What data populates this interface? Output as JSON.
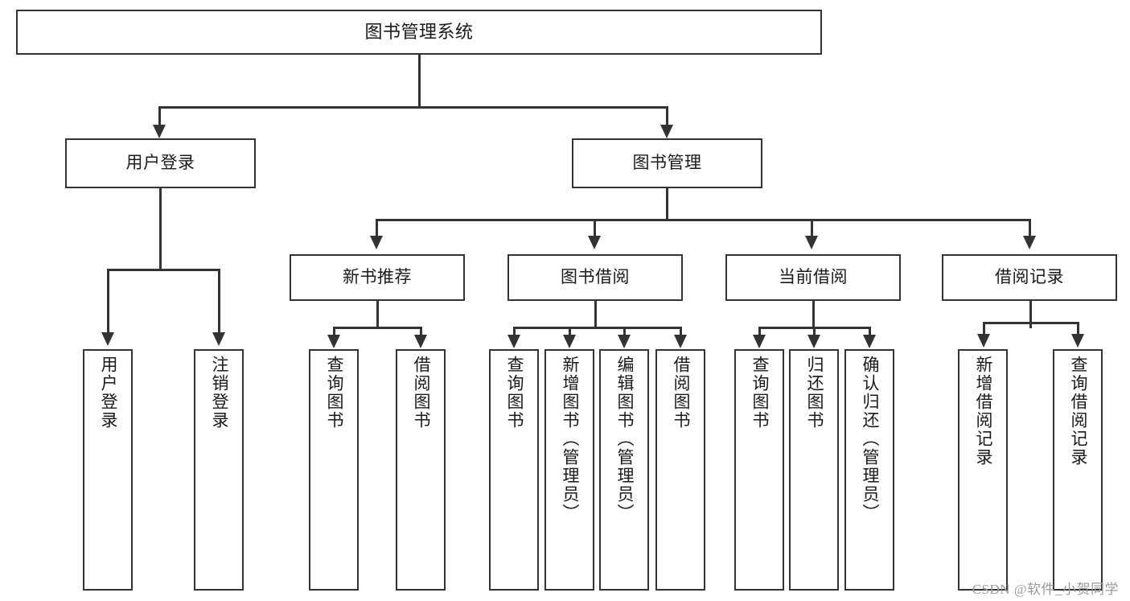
{
  "diagram": {
    "title": "图书管理系统",
    "type": "hierarchy-tree",
    "watermark": "CSDN @软件_小贺同学",
    "colors": {
      "stroke": "#333333",
      "box_fill": "#ffffff",
      "text": "#1a1a1a",
      "watermark": "#9a9a9a",
      "background": "#ffffff"
    },
    "root": {
      "label": "图书管理系统"
    },
    "level1": [
      {
        "label": "用户登录"
      },
      {
        "label": "图书管理"
      }
    ],
    "level2": [
      {
        "label": "新书推荐"
      },
      {
        "label": "图书借阅"
      },
      {
        "label": "当前借阅"
      },
      {
        "label": "借阅记录"
      }
    ],
    "leaves": {
      "user_login": [
        {
          "label": "用户登录"
        },
        {
          "label": "注销登录"
        }
      ],
      "new_book_recommend": [
        {
          "label": "查询图书"
        },
        {
          "label": "借阅图书"
        }
      ],
      "book_borrow": [
        {
          "label": "查询图书"
        },
        {
          "label": "新增图书（管理员）"
        },
        {
          "label": "编辑图书（管理员）"
        },
        {
          "label": "借阅图书"
        }
      ],
      "current_borrow": [
        {
          "label": "查询图书"
        },
        {
          "label": "归还图书"
        },
        {
          "label": "确认归还（管理员）"
        }
      ],
      "borrow_record": [
        {
          "label": "新增借阅记录"
        },
        {
          "label": "查询借阅记录"
        }
      ]
    }
  }
}
